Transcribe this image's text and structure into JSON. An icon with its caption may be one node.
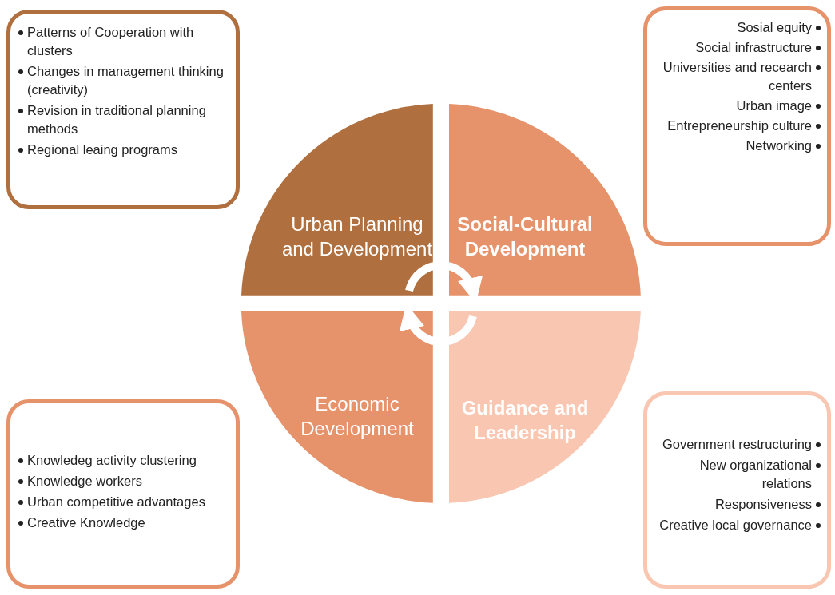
{
  "diagram": {
    "nodes": [
      {
        "text": [
          "Urban Planning and Development"
        ]
      },
      {
        "text": [
          "Social-Cultural Development"
        ]
      },
      {
        "text": [
          "Economic Development"
        ]
      },
      {
        "text": [
          "Guidance and Leadership"
        ]
      },
      {
        "text": [
          "Patterns of Cooperation with clusters",
          "Changes in management thinking (creativity)",
          "Revision in traditional planning methods",
          "Regional leaing programs"
        ]
      },
      {
        "text": [
          "Sosial equity",
          "Social infrastructure",
          "Universities and recearch centers",
          "Urban image",
          "Entrepreneurship culture",
          "Networking"
        ]
      },
      {
        "text": [
          "Knowledeg activity clustering",
          "Knowledge workers",
          "Urban competitive advantages",
          "Creative Knowledge"
        ]
      },
      {
        "text": [
          "Government restructuring",
          "New organizational relations",
          "Responsiveness",
          "Creative local governance"
        ]
      }
    ],
    "edges": [
      {
        "from": 0,
        "to": 1,
        "arrow": "to"
      },
      {
        "from": 3,
        "to": 2,
        "arrow": "to"
      }
    ]
  }
}
